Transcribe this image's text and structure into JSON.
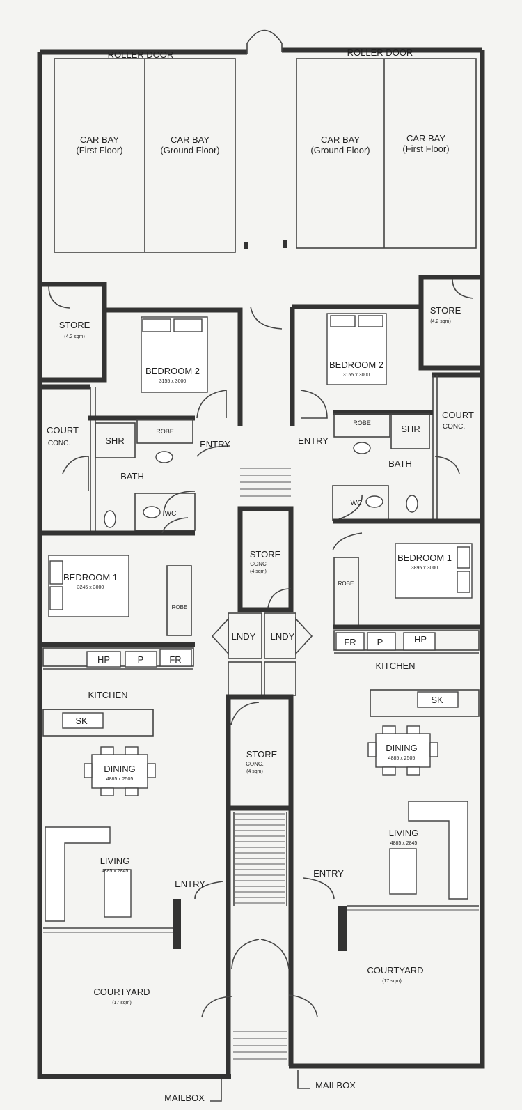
{
  "plan": {
    "roller_door_left": "ROLLER DOOR",
    "roller_door_right": "ROLLER DOOR",
    "car_bays": [
      {
        "name": "CAR BAY",
        "sub": "(First Floor)"
      },
      {
        "name": "CAR BAY",
        "sub": "(Ground Floor)"
      },
      {
        "name": "CAR BAY",
        "sub": "(Ground Floor)"
      },
      {
        "name": "CAR BAY",
        "sub": "(First Floor)"
      }
    ],
    "left_unit": {
      "store": "STORE",
      "store_area": "(4.2 sqm)",
      "bedroom2": "BEDROOM 2",
      "bedroom2_dim": "3155 x 3000",
      "court": "COURT",
      "court_sub": "CONC.",
      "shr": "SHR",
      "robe_top": "ROBE",
      "bath": "BATH",
      "wc": "WC",
      "entry_top": "ENTRY",
      "bedroom1": "BEDROOM 1",
      "bedroom1_dim": "3245 x 3000",
      "robe": "ROBE",
      "hp": "HP",
      "p": "P",
      "fr": "FR",
      "kitchen": "KITCHEN",
      "sk": "SK",
      "dining": "DINING",
      "dining_dim": "4885 x 2505",
      "living": "LIVING",
      "living_dim": "4885 x 2845",
      "entry": "ENTRY",
      "courtyard": "COURTYARD",
      "courtyard_area": "(17 sqm)",
      "mailbox": "MAILBOX"
    },
    "right_unit": {
      "store": "STORE",
      "store_area": "(4.2 sqm)",
      "bedroom2": "BEDROOM 2",
      "bedroom2_dim": "3155 x 3000",
      "court": "COURT",
      "court_sub": "CONC.",
      "shr": "SHR",
      "robe_top": "ROBE",
      "bath": "BATH",
      "wc": "WC",
      "entry_top": "ENTRY",
      "bedroom1": "BEDROOM 1",
      "bedroom1_dim": "3895 x 3000",
      "robe": "ROBE",
      "hp": "HP",
      "p": "P",
      "fr": "FR",
      "kitchen": "KITCHEN",
      "sk": "SK",
      "dining": "DINING",
      "dining_dim": "4885 x 2505",
      "living": "LIVING",
      "living_dim": "4885 x 2845",
      "entry": "ENTRY",
      "courtyard": "COURTYARD",
      "courtyard_area": "(17 sqm)",
      "mailbox": "MAILBOX"
    },
    "centre": {
      "store_upper": "STORE",
      "store_upper_sub": "CONC",
      "store_upper_area": "(4 sqm)",
      "lndy_left": "LNDY",
      "lndy_right": "LNDY",
      "store_lower": "STORE",
      "store_lower_sub": "CONC.",
      "store_lower_area": "(4 sqm)"
    }
  }
}
